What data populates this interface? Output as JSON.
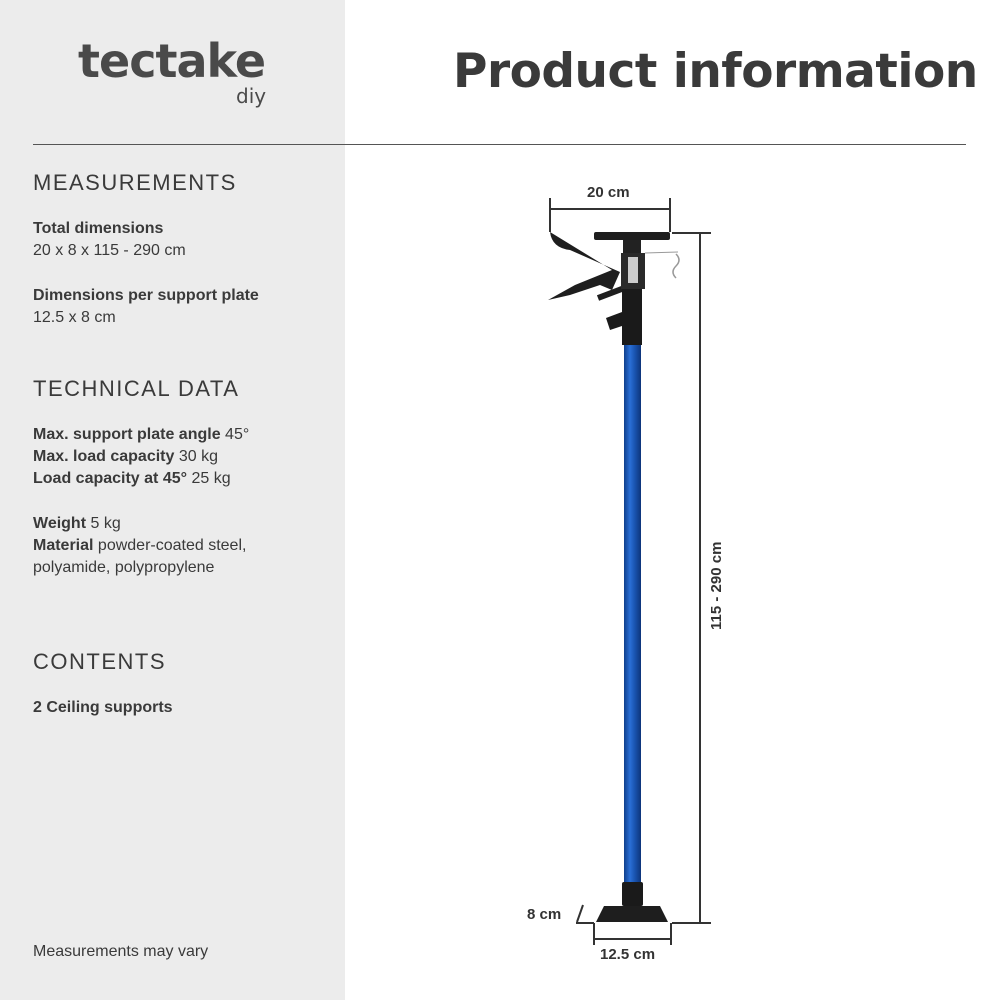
{
  "brand": {
    "name": "tectake",
    "sub": "diy"
  },
  "title": "Product information",
  "measurements": {
    "heading": "MEASUREMENTS",
    "total_label": "Total dimensions",
    "total_value": "20 x 8 x 115 - 290 cm",
    "plate_label": "Dimensions per support plate",
    "plate_value": "12.5 x 8 cm"
  },
  "technical": {
    "heading": "TECHNICAL DATA",
    "angle_label": "Max. support plate angle",
    "angle_value": "45°",
    "load_label": "Max. load capacity",
    "load_value": "30 kg",
    "load45_label": "Load capacity at 45°",
    "load45_value": "25 kg",
    "weight_label": "Weight",
    "weight_value": "5 kg",
    "material_label": "Material",
    "material_value": "powder-coated steel, polyamide, polypropylene"
  },
  "contents": {
    "heading": "CONTENTS",
    "item": "2 Ceiling supports"
  },
  "footnote": "Measurements may vary",
  "dimensions": {
    "top_width": "20 cm",
    "height": "115 - 290 cm",
    "plate_depth": "8 cm",
    "plate_width": "12.5 cm"
  },
  "colors": {
    "panel": "#ececec",
    "pole": "#1b57b5"
  }
}
